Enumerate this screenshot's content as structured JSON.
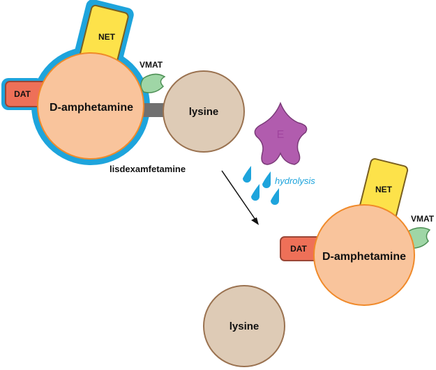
{
  "colors": {
    "amphetamine_fill": "#f9c49c",
    "amphetamine_stroke": "#f08a2a",
    "lysine_fill": "#decbb6",
    "lysine_stroke": "#9a7250",
    "prodrug_halo": "#1ea4dc",
    "net_fill": "#fde24a",
    "dat_fill": "#ee7058",
    "vmat_fill": "#9fd6a6",
    "enzyme_fill": "#b15cae",
    "linker": "#707070",
    "hydrolysis": "#1ea4dc"
  },
  "prodrug": {
    "amphetamine_label": "D-amphetamine",
    "lysine_label": "lysine",
    "net_label": "NET",
    "dat_label": "DAT",
    "vmat_label": "VMAT",
    "caption": "lisdexamfetamine"
  },
  "enzyme": {
    "label": "E"
  },
  "hydrolysis": {
    "label": "hydrolysis"
  },
  "products": {
    "amphetamine_label": "D-amphetamine",
    "net_label": "NET",
    "dat_label": "DAT",
    "vmat_label": "VMAT",
    "lysine_label": "lysine"
  }
}
